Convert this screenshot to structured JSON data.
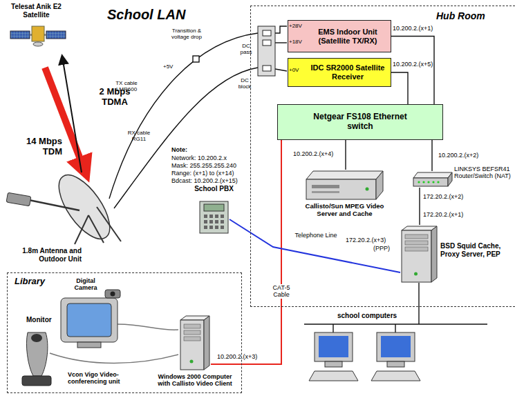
{
  "diagram": {
    "title": "School LAN",
    "nodes": [
      {
        "text": [
          "Hub Room"
        ]
      },
      {
        "text": [
          "EMS Indoor Unit (Satellite TX/RX)"
        ],
        "in": 0
      },
      {
        "text": [
          "IDC SR2000 Satellite Receiver"
        ],
        "in": 0
      },
      {
        "text": [
          "Netgear FS108 Ethernet switch"
        ],
        "in": 0
      },
      {
        "text": [
          "Callisto/Sun MPEG Video Server and Cache"
        ],
        "in": 0
      },
      {
        "text": [
          "LINKSYS BEFSR41 Router/Switch (NAT)"
        ],
        "in": 0
      },
      {
        "text": [
          "BSD Squid Cache, Proxy Server, PEP"
        ],
        "in": 0
      },
      {
        "text": [
          "School PBX"
        ]
      },
      {
        "text": [
          "Library"
        ]
      },
      {
        "text": [
          "Windows 2000 Computer with Callisto Video Client"
        ],
        "in": 8
      }
    ],
    "edges": [
      {
        "from": 1,
        "to": 3,
        "arrow": "none"
      },
      {
        "from": 2,
        "to": 3,
        "arrow": "none"
      },
      {
        "from": 3,
        "to": 4,
        "arrow": "none"
      },
      {
        "from": 3,
        "to": 5,
        "arrow": "none"
      },
      {
        "from": 5,
        "to": 6,
        "arrow": "none"
      },
      {
        "from": 3,
        "to": 9,
        "label": "CAT-5 Cable",
        "arrow": "none"
      },
      {
        "from": 7,
        "to": 6,
        "label": "Telephone Line",
        "arrow": "none"
      }
    ],
    "labels": [
      "Telesat Anik E2 Satellite",
      "2 Mbps TDMA",
      "14 Mbps TDM",
      "1.8m Antenna and Outdoor Unit",
      "Transition & voltage drop",
      "+5V",
      "TX cable LMR600",
      "RX cable RG11",
      "DC pass",
      "DC block",
      "+28V",
      "+18V",
      "+0V",
      "10.200.2.(x+1)",
      "10.200.2.(x+5)",
      "Note:",
      "Network: 10.200.2.x",
      "Mask: 255.255.255.240",
      "Range: (x+1) to (x+14)",
      "Bdcast: 10.200.2.(x+15)",
      "10.200.2.(x+4)",
      "10.200.2.(x+2)",
      "172.20.2.(x+2)",
      "172.20.2.(x+1)",
      "172.20.2.(x+3)",
      "(PPP)",
      "10.200.2.(x+3)",
      "school computers",
      "Digital Camera",
      "Monitor",
      "Vcon Vigo Video-conferencing unit"
    ]
  }
}
